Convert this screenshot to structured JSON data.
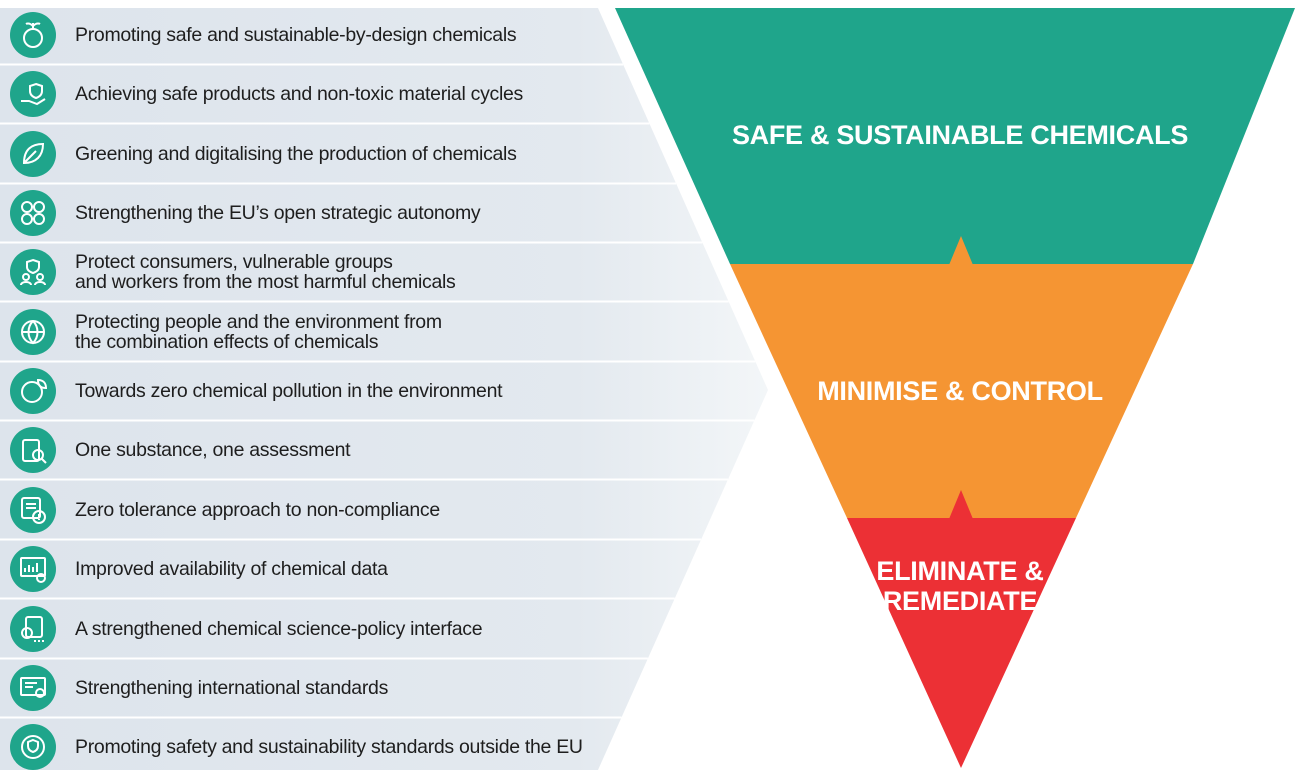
{
  "colors": {
    "green": "#1fa58b",
    "orange": "#f59533",
    "red": "#ec3035",
    "panel": "#e1e7ee",
    "text": "#1e1e1e"
  },
  "tiers": [
    {
      "label": "SAFE & SUSTAINABLE CHEMICALS"
    },
    {
      "label": "MINIMISE & CONTROL"
    },
    {
      "label": "ELIMINATE &\nREMEDIATE"
    }
  ],
  "actions": [
    {
      "label": "Promoting safe and sustainable-by-design chemicals",
      "icon": "seedling-globe-icon"
    },
    {
      "label": "Achieving safe products and non-toxic material cycles",
      "icon": "hand-shield-icon"
    },
    {
      "label": "Greening and digitalising the production of chemicals",
      "icon": "leaf-icon"
    },
    {
      "label": "Strengthening the EU’s open strategic autonomy",
      "icon": "network-nodes-icon"
    },
    {
      "label": "Protect consumers, vulnerable groups\nand workers from the most harmful chemicals",
      "icon": "people-shield-icon"
    },
    {
      "label": "Protecting people and the environment from\nthe combination effects of chemicals",
      "icon": "globe-network-icon"
    },
    {
      "label": "Towards zero chemical pollution in the environment",
      "icon": "earth-leaf-icon"
    },
    {
      "label": "One substance, one assessment",
      "icon": "clipboard-magnifier-icon"
    },
    {
      "label": "Zero tolerance approach to non-compliance",
      "icon": "document-warning-icon"
    },
    {
      "label": "Improved availability of chemical data",
      "icon": "data-chart-icon"
    },
    {
      "label": "A strengthened chemical science-policy interface",
      "icon": "certificate-stars-icon"
    },
    {
      "label": "Strengthening international standards",
      "icon": "diploma-icon"
    },
    {
      "label": "Promoting safety and sustainability standards outside the EU",
      "icon": "globe-shield-icon"
    }
  ]
}
